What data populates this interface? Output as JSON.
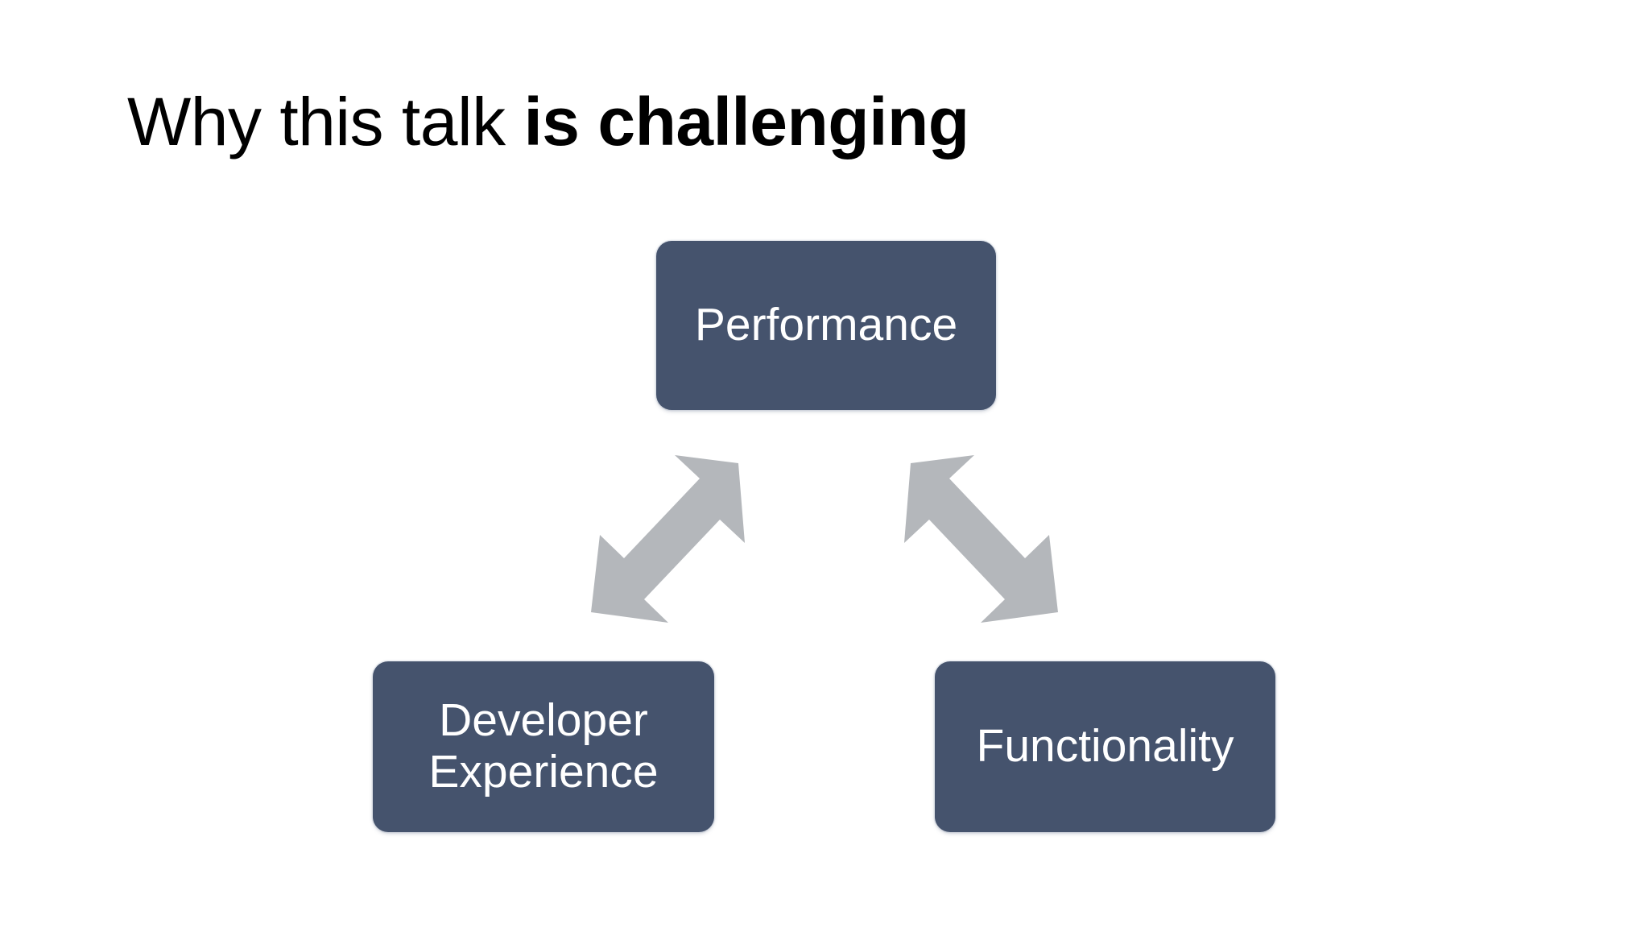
{
  "slide": {
    "background_color": "#ffffff",
    "title": {
      "regular_part": "Why this talk ",
      "bold_part": "is challenging",
      "color": "#000000"
    },
    "diagram": {
      "type": "triangle-relationship",
      "node_fill_color": "#45536d",
      "node_text_color": "#ffffff",
      "arrow_color": "#b4b7bb",
      "nodes": [
        {
          "id": "performance",
          "label": "Performance",
          "position": "top-center"
        },
        {
          "id": "developer-experience",
          "label": "Developer\nExperience",
          "position": "bottom-left"
        },
        {
          "id": "functionality",
          "label": "Functionality",
          "position": "bottom-right"
        }
      ],
      "connectors": [
        {
          "id": "performance-developer-experience",
          "from": "developer-experience",
          "to": "performance",
          "style": "double-headed-arrow"
        },
        {
          "id": "performance-functionality",
          "from": "functionality",
          "to": "performance",
          "style": "double-headed-arrow"
        }
      ]
    }
  }
}
